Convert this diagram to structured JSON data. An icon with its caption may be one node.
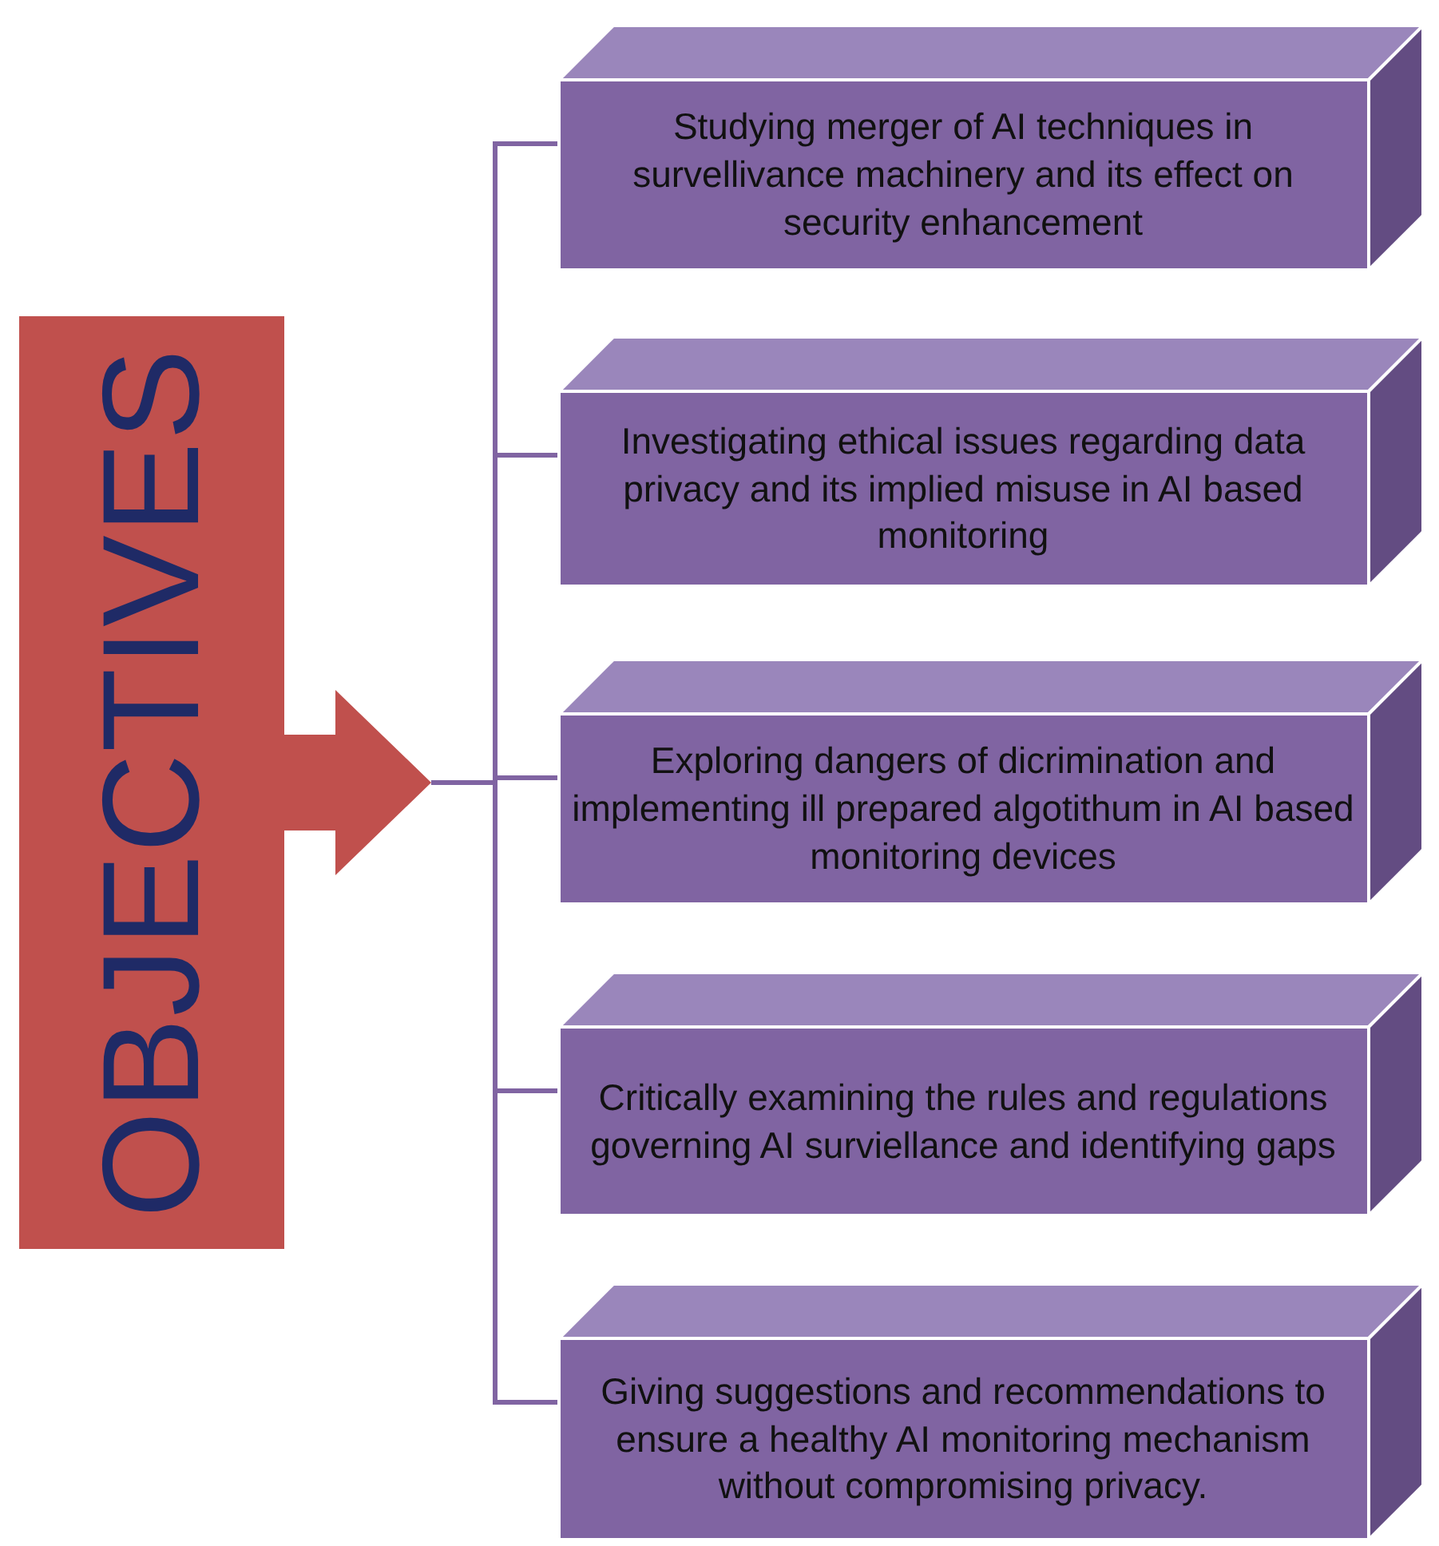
{
  "diagram": {
    "nodes": [
      {
        "text": [
          "OBJECTIVES"
        ]
      },
      {
        "text": [
          "Studying merger of AI techniques in survellivance machinery and its effect on security enhancement"
        ]
      },
      {
        "text": [
          "Investigating ethical issues regarding data privacy and its implied misuse in AI based monitoring"
        ]
      },
      {
        "text": [
          "Exploring  dangers of dicrimination and implementing ill prepared algotithum in AI based  monitoring devices"
        ]
      },
      {
        "text": [
          "Critically examining the rules and regulations governing AI surviellance and identifying gaps"
        ]
      },
      {
        "text": [
          "Giving suggestions and recommendations to ensure a healthy AI monitoring mechanism without compromising privacy."
        ]
      }
    ],
    "edges": [
      {
        "from": 0,
        "to": 1,
        "arrow": "none"
      },
      {
        "from": 0,
        "to": 2,
        "arrow": "none"
      },
      {
        "from": 0,
        "to": 3,
        "arrow": "none"
      },
      {
        "from": 0,
        "to": 4,
        "arrow": "none"
      },
      {
        "from": 0,
        "to": 5,
        "arrow": "none"
      }
    ]
  }
}
